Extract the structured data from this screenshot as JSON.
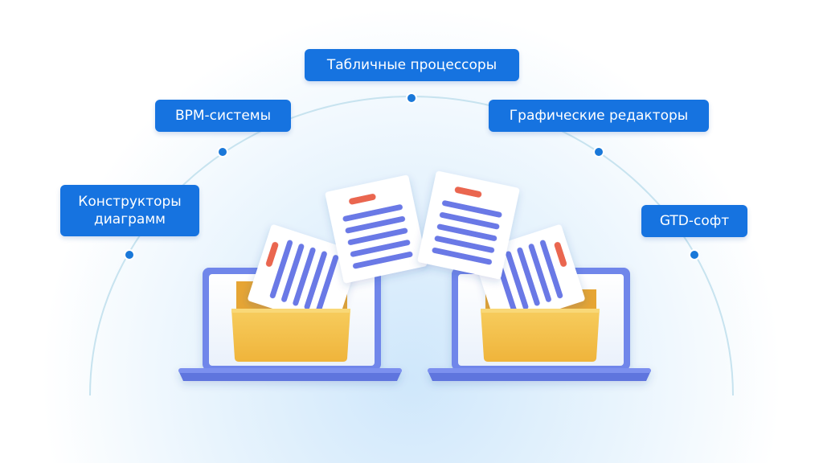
{
  "labels": {
    "spreadsheets": "Табличные процессоры",
    "bpm": "BPM-системы",
    "graphics": "Графические редакторы",
    "diagrams_line1": "Конструкторы",
    "diagrams_line2": "диаграмм",
    "gtd": "GTD-софт"
  },
  "colors": {
    "label_bg": "#1673e0",
    "arc": "#c7e3ef",
    "node": "#1a78d9",
    "laptop": "#6f86ea",
    "folder": "#f3c34f",
    "doc_line": "#6a79e6",
    "doc_accent": "#ea6650"
  },
  "icons": [
    "laptop-icon",
    "folder-icon",
    "document-icon"
  ]
}
